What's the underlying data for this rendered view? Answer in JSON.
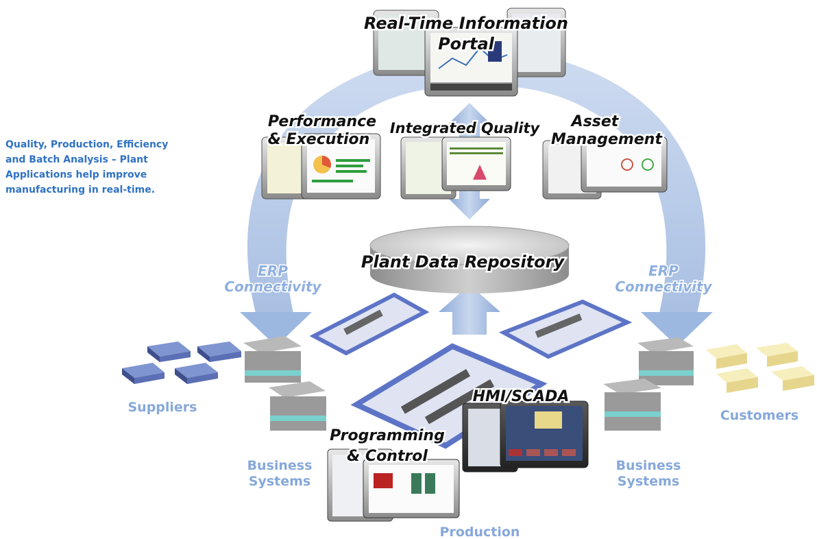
{
  "caption": {
    "lines": [
      "Quality, Production, Efficiency",
      "and Batch Analysis – Plant",
      "Applications help improve",
      "manufacturing in real-time."
    ]
  },
  "labels": {
    "portal": [
      "Real-Time Information",
      "Portal"
    ],
    "performance": [
      "Performance",
      "& Execution"
    ],
    "quality": "Integrated Quality",
    "asset": [
      "Asset",
      "Management"
    ],
    "repository": "Plant Data Repository",
    "erp_left": [
      "ERP",
      "Connectivity"
    ],
    "erp_right": [
      "ERP",
      "Connectivity"
    ],
    "suppliers": "Suppliers",
    "customers": "Customers",
    "business_left": [
      "Business",
      "Systems"
    ],
    "business_right": [
      "Business",
      "Systems"
    ],
    "hmi": "HMI/SCADA",
    "programming": [
      "Programming",
      "& Control"
    ],
    "production": "Production"
  },
  "colors": {
    "arc": "#a9c0e3",
    "arrow": "#9db8e0",
    "caption": "#2f72c4",
    "label_blue": "#86a8da",
    "wall": "#5d74c6",
    "supplier_building": "#5b6fb5",
    "customer_building": "#efe3a6"
  }
}
